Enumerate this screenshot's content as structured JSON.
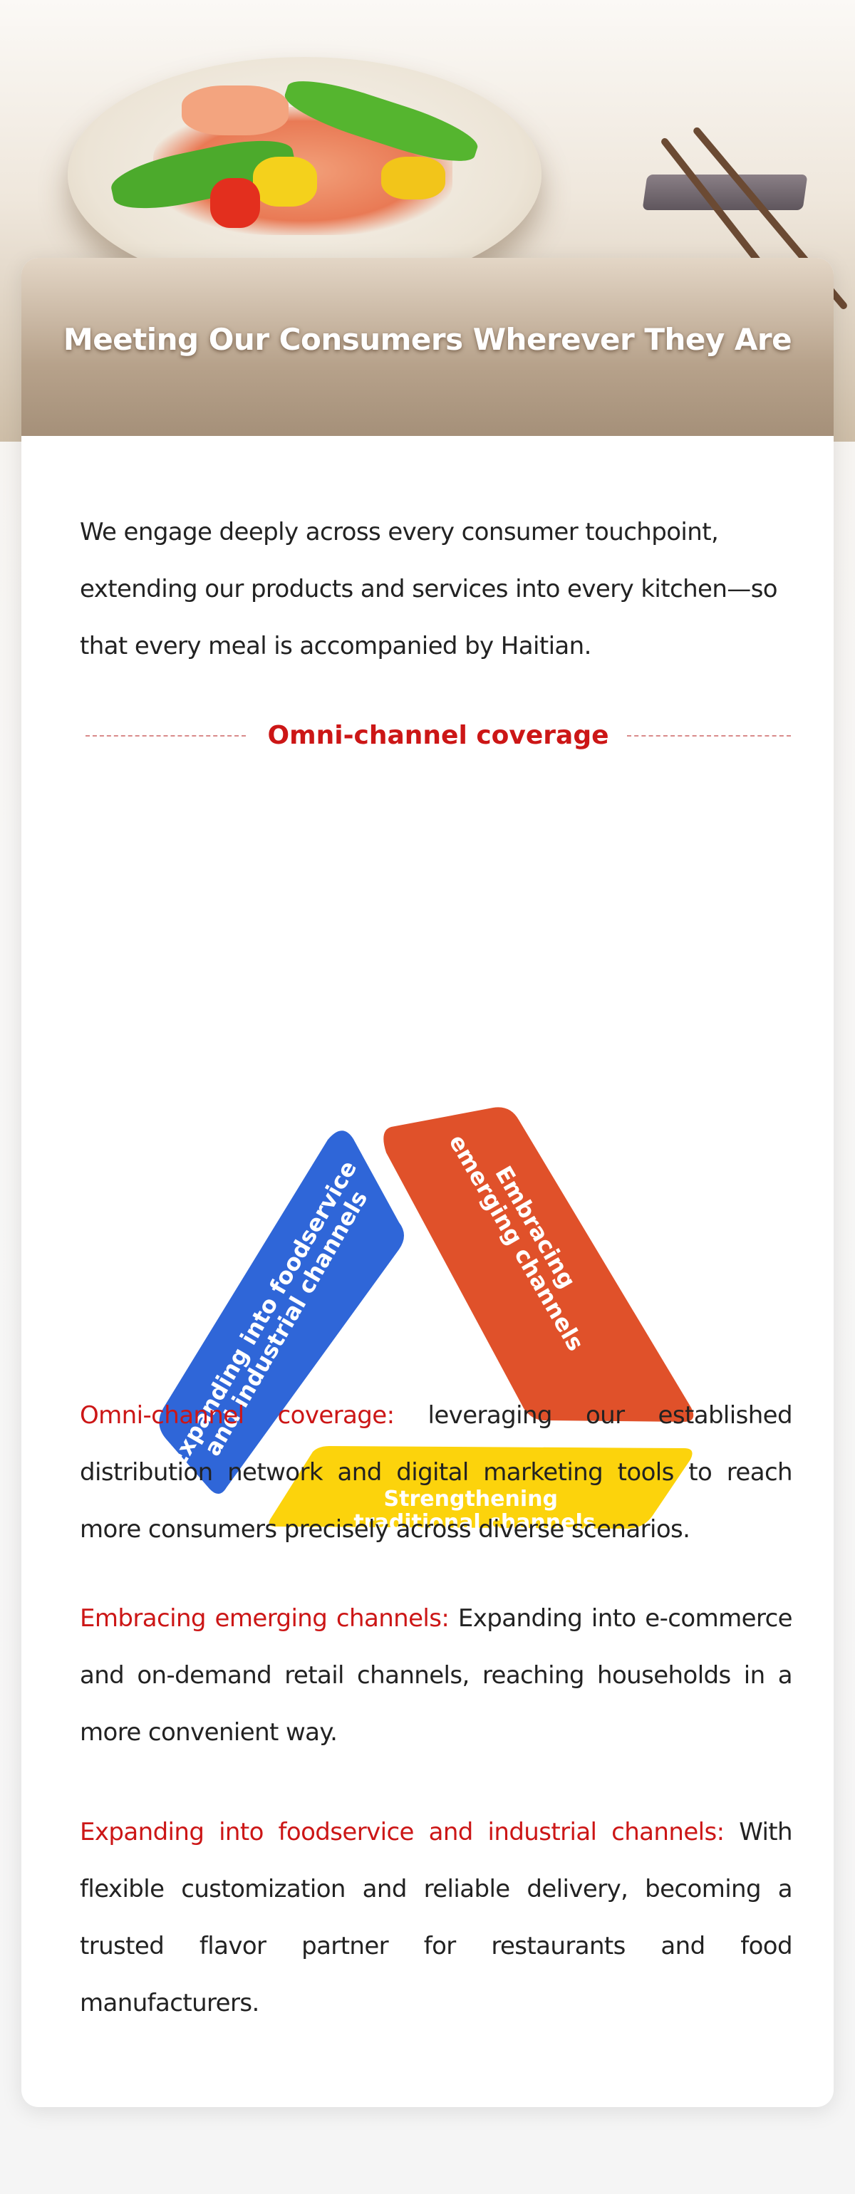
{
  "header": {
    "title": "Meeting Our Consumers Wherever They Are"
  },
  "intro": {
    "text": "We engage deeply across every consumer touchpoint, extending our products and services into every kitchen—so that every meal is accompanied by Haitian."
  },
  "section": {
    "title": "Omni-channel coverage"
  },
  "diagram": {
    "segments": [
      {
        "line1": "Expanding into foodservice",
        "line2": "and industrial channels",
        "color": "#2f66d8"
      },
      {
        "line1": "Embracing",
        "line2": "emerging channels",
        "color": "#e0512a"
      },
      {
        "line1": "Strengthening",
        "line2": "traditional channels",
        "color": "#fcd30c"
      }
    ]
  },
  "paragraphs": [
    {
      "label": "Omni-channel coverage:",
      "text": " leveraging our established distribution network and digital marketing tools to reach more consumers precisely across diverse scenarios."
    },
    {
      "label": "Embracing emerging channels:",
      "text": " Expanding into e-commerce and on-demand retail channels, reaching households in a more convenient way."
    },
    {
      "label": "Expanding into foodservice and industrial channels:",
      "text": " With flexible customization and reliable delivery, becoming a trusted flavor partner for restaurants and food manufacturers."
    }
  ],
  "colors": {
    "accent_red": "#cc1616",
    "body_text": "#222222"
  }
}
